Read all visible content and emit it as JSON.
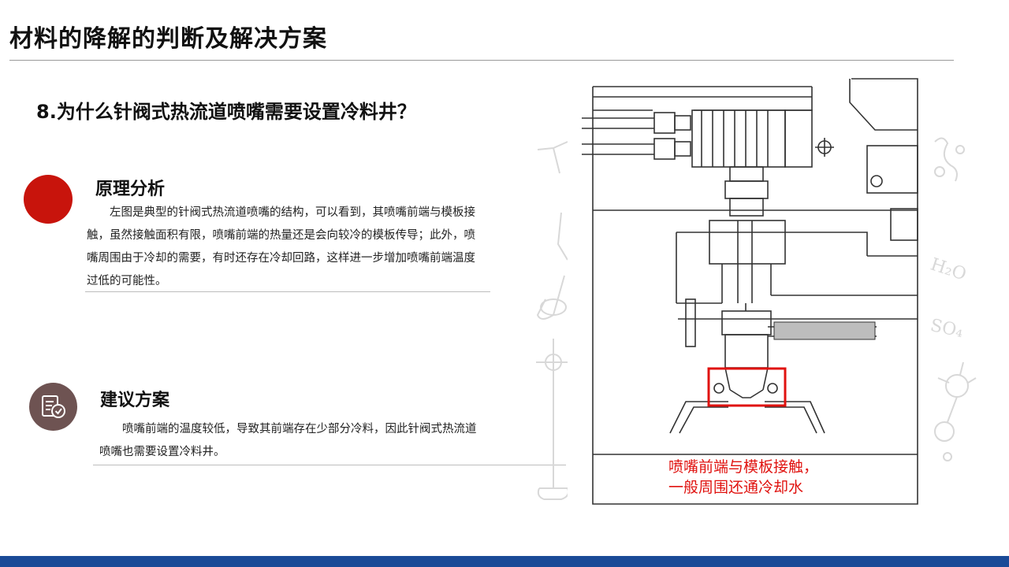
{
  "slide": {
    "title": "材料的降解的判断及解决方案",
    "question": "8.为什么针阀式热流道喷嘴需要设置冷料井？"
  },
  "principle": {
    "heading": "原理分析",
    "text": "左图是典型的针阀式热流道喷嘴的结构，可以看到，其喷嘴前端与模板接触，虽然接触面积有限，喷嘴前端的热量还是会向较冷的模板传导；此外，喷嘴周围由于冷却的需要，有时还存在冷却回路，这样进一步增加喷嘴前端温度过低的可能性。"
  },
  "suggestion": {
    "heading": "建议方案",
    "text": "喷嘴前端的温度较低，导致其前端存在少部分冷料，因此针阀式热流道喷嘴也需要设置冷料井。",
    "icon": "checklist-icon"
  },
  "figure": {
    "caption_line1": "喷嘴前端与模板接触，",
    "caption_line2": "一般周围还通冷却水",
    "highlight_color": "#e0120f"
  },
  "colors": {
    "accent_red": "#c8140c",
    "accent_brown": "#6e5352",
    "bottom_bar": "#1a4a97",
    "deco_gray": "#d8d8d8"
  },
  "decor": {
    "h2o": "H₂O",
    "so4": "SO₄"
  }
}
